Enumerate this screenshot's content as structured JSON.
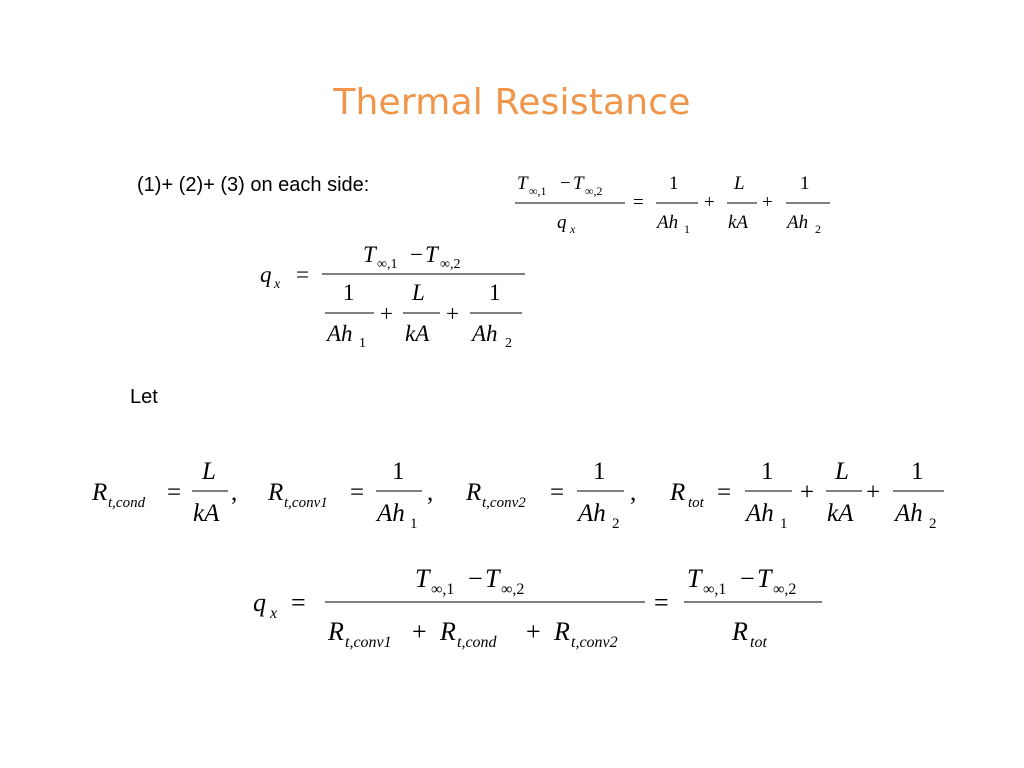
{
  "slide": {
    "title": "Thermal Resistance",
    "intro_label": "(1)+ (2)+ (3) on each side:",
    "let_label": "Let"
  },
  "math": {
    "T": "T",
    "inf1": "∞,1",
    "inf2": "∞,2",
    "minus": "−",
    "plus": "+",
    "equals": "=",
    "comma": ",",
    "q": "q",
    "x": "x",
    "one": "1",
    "L": "L",
    "kA": "kA",
    "Ah": "Ah",
    "sub1": "1",
    "sub2": "2",
    "R": "R",
    "t_cond": "t,cond",
    "t_conv1": "t,conv1",
    "t_conv2": "t,conv2",
    "tot": "tot"
  },
  "colors": {
    "title": "#f0954a",
    "text": "#000000"
  }
}
